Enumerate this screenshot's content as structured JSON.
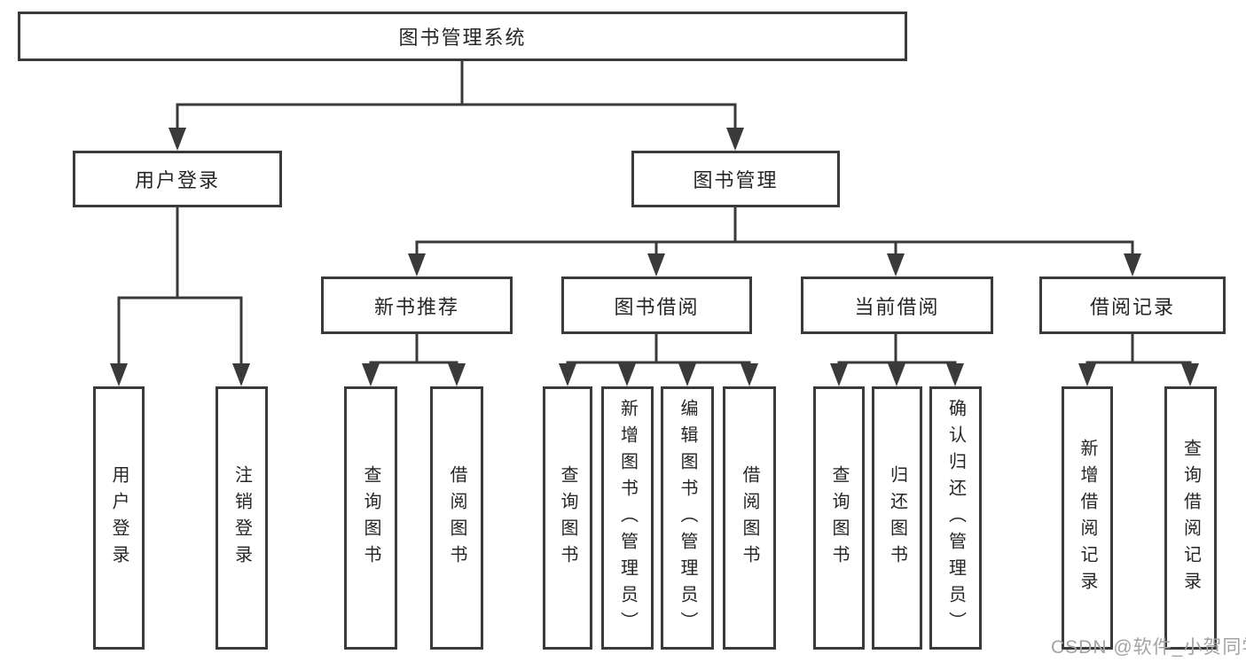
{
  "diagram": {
    "root": {
      "label": "图书管理系统"
    },
    "level2": [
      {
        "label": "用户登录"
      },
      {
        "label": "图书管理"
      }
    ],
    "level3": [
      {
        "label": "新书推荐",
        "parent": "图书管理"
      },
      {
        "label": "图书借阅",
        "parent": "图书管理"
      },
      {
        "label": "当前借阅",
        "parent": "图书管理"
      },
      {
        "label": "借阅记录",
        "parent": "图书管理"
      }
    ],
    "level4": [
      {
        "label": "用户登录",
        "parent": "用户登录"
      },
      {
        "label": "注销登录",
        "parent": "用户登录"
      },
      {
        "label": "查询图书",
        "parent": "新书推荐"
      },
      {
        "label": "借阅图书",
        "parent": "新书推荐"
      },
      {
        "label": "查询图书",
        "parent": "图书借阅"
      },
      {
        "label": "新增图书（管理员）",
        "parent": "图书借阅"
      },
      {
        "label": "编辑图书（管理员）",
        "parent": "图书借阅"
      },
      {
        "label": "借阅图书",
        "parent": "图书借阅"
      },
      {
        "label": "查询图书",
        "parent": "当前借阅"
      },
      {
        "label": "归还图书",
        "parent": "当前借阅"
      },
      {
        "label": "确认归还（管理员）",
        "parent": "当前借阅"
      },
      {
        "label": "新增借阅记录",
        "parent": "借阅记录"
      },
      {
        "label": "查询借阅记录",
        "parent": "借阅记录"
      }
    ]
  },
  "watermark": "CSDN @软件_小贺同学",
  "colors": {
    "line": "#3a3a3a",
    "text": "#262626",
    "watermark": "#a3a3a3",
    "background": "#ffffff"
  }
}
